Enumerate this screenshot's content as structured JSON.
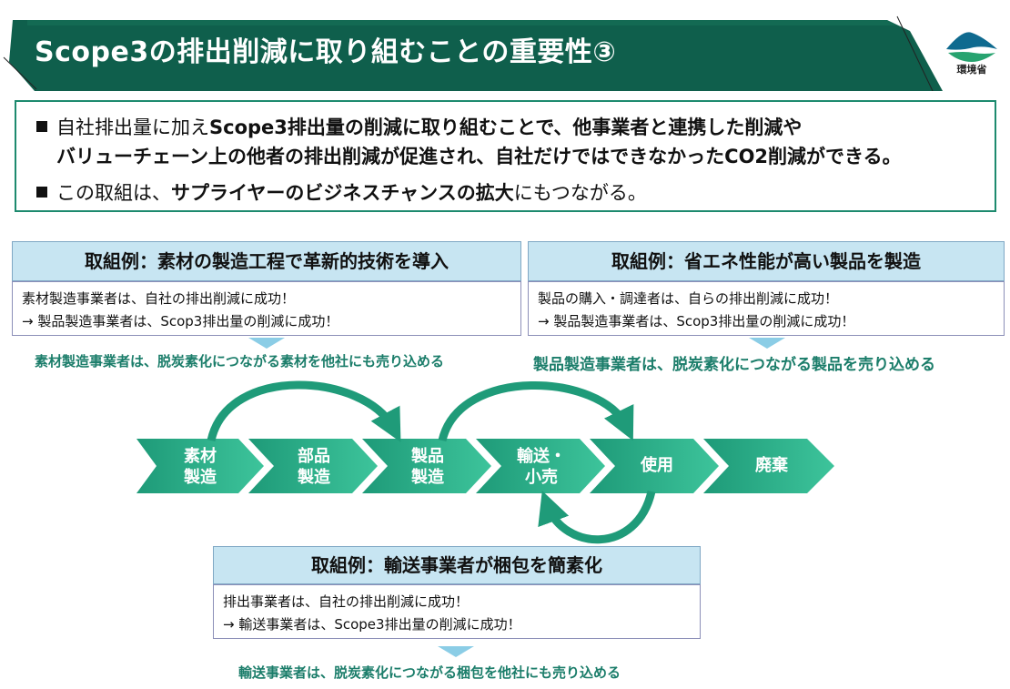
{
  "header": {
    "title": "Scope3の排出削減に取り組むことの重要性③",
    "logo_text": "環境省"
  },
  "summary": {
    "line1_plain": "自社排出量に加え",
    "line1_bold": "Scope3排出量の削減に取り組むことで、他事業者と連携した削減や",
    "line2_bold": "バリューチェーン上の他者の排出削減が促進され、自社だけではできなかったCO2削減ができる。",
    "line3_plain_a": "この取組は、",
    "line3_bold": "サプライヤーのビジネスチャンスの拡大",
    "line3_plain_b": "にもつながる。"
  },
  "examples": [
    {
      "title": "取組例：素材の製造工程で革新的技術を導入",
      "line1": "素材製造事業者は、自社の排出削減に成功！",
      "line2": "→ 製品製造事業者は、Scop3排出量の削減に成功！",
      "result": "素材製造事業者は、脱炭素化につながる素材を他社にも売り込める"
    },
    {
      "title": "取組例：省エネ性能が高い製品を製造",
      "line1": "製品の購入・調達者は、自らの排出削減に成功！",
      "line2": "→ 製品製造事業者は、Scop3排出量の削減に成功！",
      "result": "製品製造事業者は、脱炭素化につながる製品を売り込める"
    },
    {
      "title": "取組例：輸送事業者が梱包を簡素化",
      "line1": "排出事業者は、自社の排出削減に成功！",
      "line2": "→ 輸送事業者は、Scope3排出量の削減に成功！",
      "result": "輸送事業者は、脱炭素化につながる梱包を他社にも売り込める"
    }
  ],
  "flow": [
    {
      "line1": "素材",
      "line2": "製造"
    },
    {
      "line1": "部品",
      "line2": "製造"
    },
    {
      "line1": "製品",
      "line2": "製造"
    },
    {
      "line1": "輸送・",
      "line2": "小売"
    },
    {
      "line1": "使用",
      "line2": ""
    },
    {
      "line1": "廃棄",
      "line2": ""
    }
  ],
  "colors": {
    "header_bg": "#0f5f4c",
    "chevron_dark": "#1e9a78",
    "chevron_light": "#3dc49b",
    "accent_text": "#1b7d6a",
    "example_header_bg": "#c7e5f2"
  }
}
